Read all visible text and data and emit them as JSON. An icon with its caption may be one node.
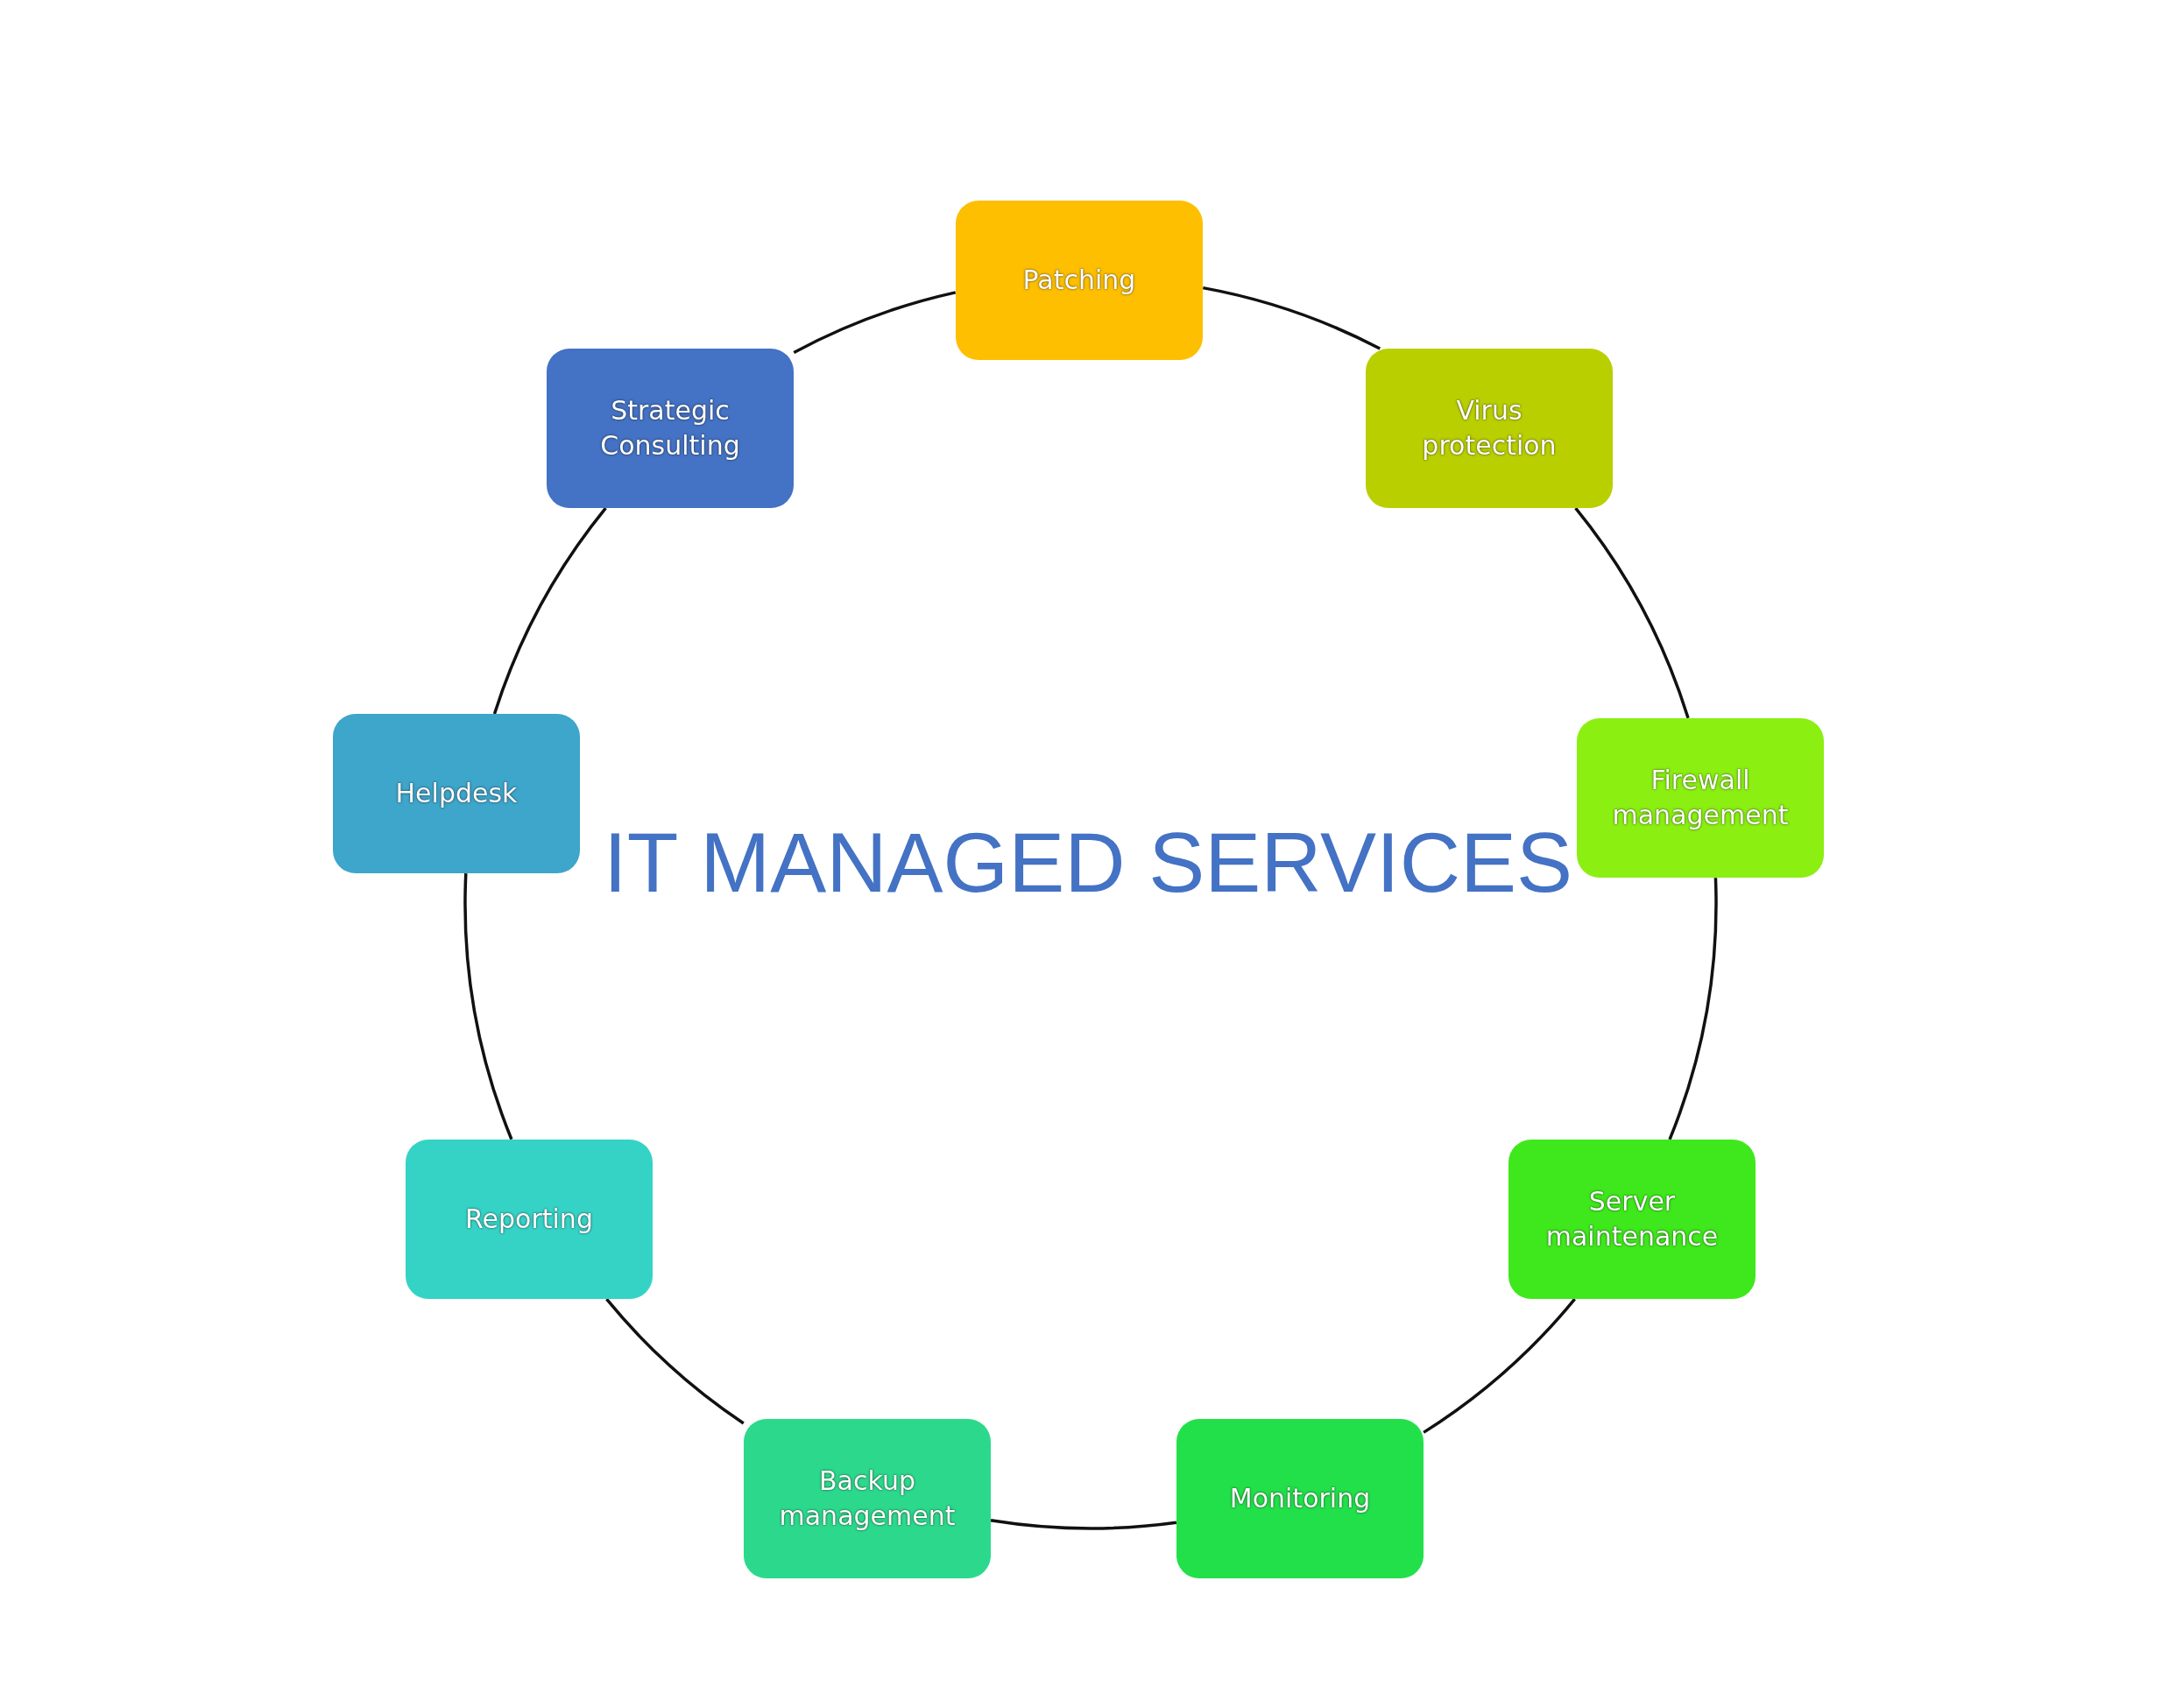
{
  "diagram": {
    "title": "IT MANAGED SERVICES",
    "nodes": [
      {
        "text": [
          "Patching"
        ]
      },
      {
        "text": [
          "Virus protection"
        ]
      },
      {
        "text": [
          "Firewall management"
        ]
      },
      {
        "text": [
          "Server maintenance"
        ]
      },
      {
        "text": [
          "Monitoring"
        ]
      },
      {
        "text": [
          "Backup management"
        ]
      },
      {
        "text": [
          "Reporting"
        ]
      },
      {
        "text": [
          "Helpdesk"
        ]
      },
      {
        "text": [
          "Strategic Consulting"
        ]
      }
    ],
    "edges": [
      {
        "from": 0,
        "to": 1,
        "arrow": "none"
      },
      {
        "from": 1,
        "to": 2,
        "arrow": "none"
      },
      {
        "from": 2,
        "to": 3,
        "arrow": "none"
      },
      {
        "from": 3,
        "to": 4,
        "arrow": "none"
      },
      {
        "from": 4,
        "to": 5,
        "arrow": "none"
      },
      {
        "from": 5,
        "to": 6,
        "arrow": "none"
      },
      {
        "from": 6,
        "to": 7,
        "arrow": "none"
      },
      {
        "from": 7,
        "to": 8,
        "arrow": "none"
      },
      {
        "from": 8,
        "to": 0,
        "arrow": "none"
      }
    ]
  }
}
